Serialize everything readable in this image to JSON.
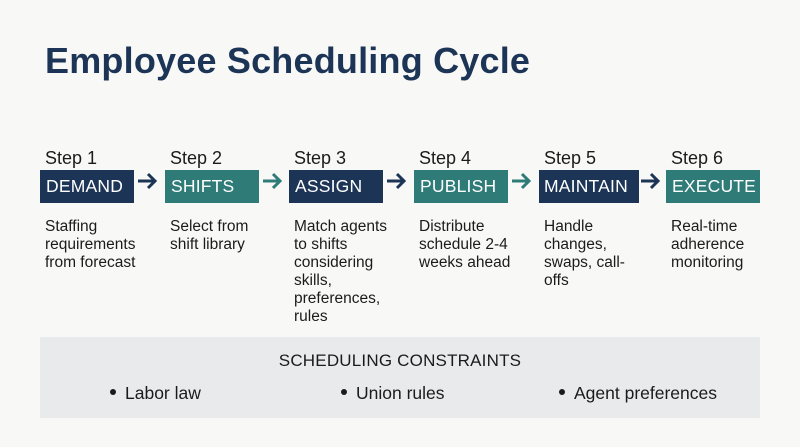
{
  "title": "Employee Scheduling Cycle",
  "colors": {
    "dark": "#1c3557",
    "teal": "#2e7b78",
    "arrow_dark": "#1c3557",
    "arrow_teal": "#2e7b78",
    "panel": "#e8eaec"
  },
  "steps": [
    {
      "step": "Step 1",
      "name": "DEMAND",
      "desc": "Staffing requirements from forecast",
      "color": "dark"
    },
    {
      "step": "Step 2",
      "name": "SHIFTS",
      "desc": "Select from shift library",
      "color": "teal"
    },
    {
      "step": "Step 3",
      "name": "ASSIGN",
      "desc": "Match agents to shifts considering skills, preferences, rules",
      "color": "dark"
    },
    {
      "step": "Step 4",
      "name": "PUBLISH",
      "desc": "Distribute schedule 2-4 weeks ahead",
      "color": "teal"
    },
    {
      "step": "Step 5",
      "name": "MAINTAIN",
      "desc": "Handle changes, swaps, call-offs",
      "color": "dark"
    },
    {
      "step": "Step 6",
      "name": "EXECUTE",
      "desc": "Real-time adherence monitoring",
      "color": "teal"
    }
  ],
  "constraints": {
    "title": "SCHEDULING CONSTRAINTS",
    "items": [
      "Labor law",
      "Union rules",
      "Agent preferences"
    ]
  }
}
